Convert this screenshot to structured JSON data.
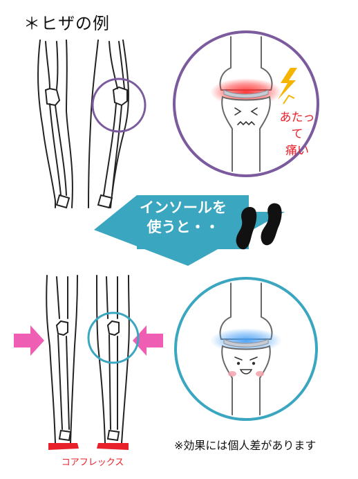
{
  "title": "＊ヒザの例",
  "pain_label_line1": "あたって",
  "pain_label_line2": "痛い",
  "arrow_line1": "インソールを",
  "arrow_line2": "使うと・・",
  "insole_label": "コアフレックス",
  "note": "※効果には個人差があります",
  "colors": {
    "purple": "#7b5a9e",
    "teal": "#3aa6bf",
    "pain_red": "#e8202a",
    "arrow_pink": "#ee5fb4",
    "glow_blue": "#5aa8f0",
    "bolt_yellow": "#f4b400"
  }
}
